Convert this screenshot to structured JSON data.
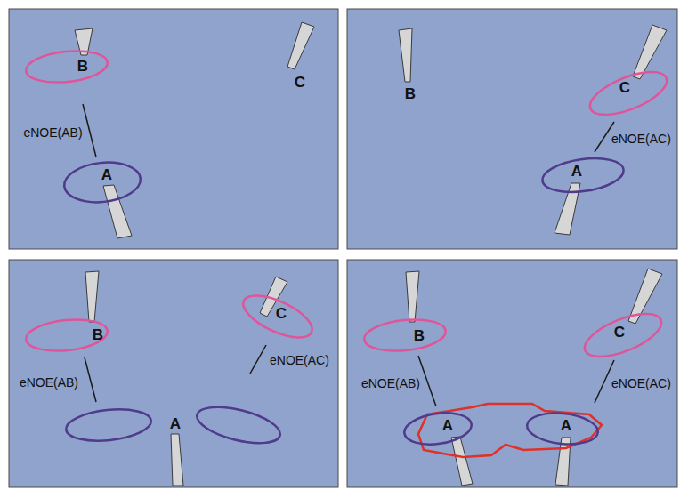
{
  "diagram": {
    "nodes": [
      {
        "text": [
          "B"
        ]
      },
      {
        "text": [
          "A"
        ]
      },
      {
        "text": [
          "C"
        ]
      },
      {
        "text": [
          "A"
        ]
      },
      {
        "text": [
          "B"
        ]
      },
      {
        "text": [
          "C"
        ]
      },
      {
        "text": [
          "B"
        ]
      },
      {
        "text": [
          "C"
        ]
      },
      {
        "text": [
          "A"
        ]
      },
      {
        "text": [
          "A"
        ]
      }
    ],
    "edges": [
      {
        "from": 0,
        "to": 1,
        "arrow": "none",
        "label": "eNOE(AB)"
      },
      {
        "from": 2,
        "to": 3,
        "arrow": "none",
        "label": "eNOE(AC)"
      },
      {
        "from": 6,
        "to": 8,
        "arrow": "none",
        "label": "eNOE(AB)"
      },
      {
        "from": 7,
        "to": 9,
        "arrow": "none",
        "label": "eNOE(AC)"
      }
    ],
    "labels": [
      "C",
      "B",
      "eNOE(AB)",
      "eNOE(AC)",
      "A"
    ]
  }
}
